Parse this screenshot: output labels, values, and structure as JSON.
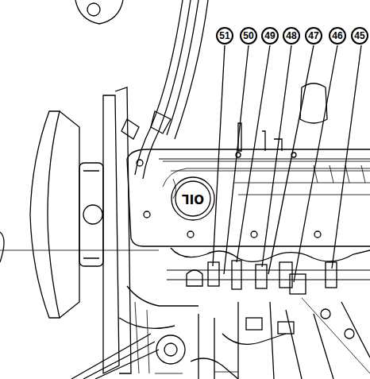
{
  "diagram": {
    "labels": [
      "51",
      "50",
      "49",
      "48",
      "47",
      "46",
      "45",
      "OIL"
    ]
  }
}
